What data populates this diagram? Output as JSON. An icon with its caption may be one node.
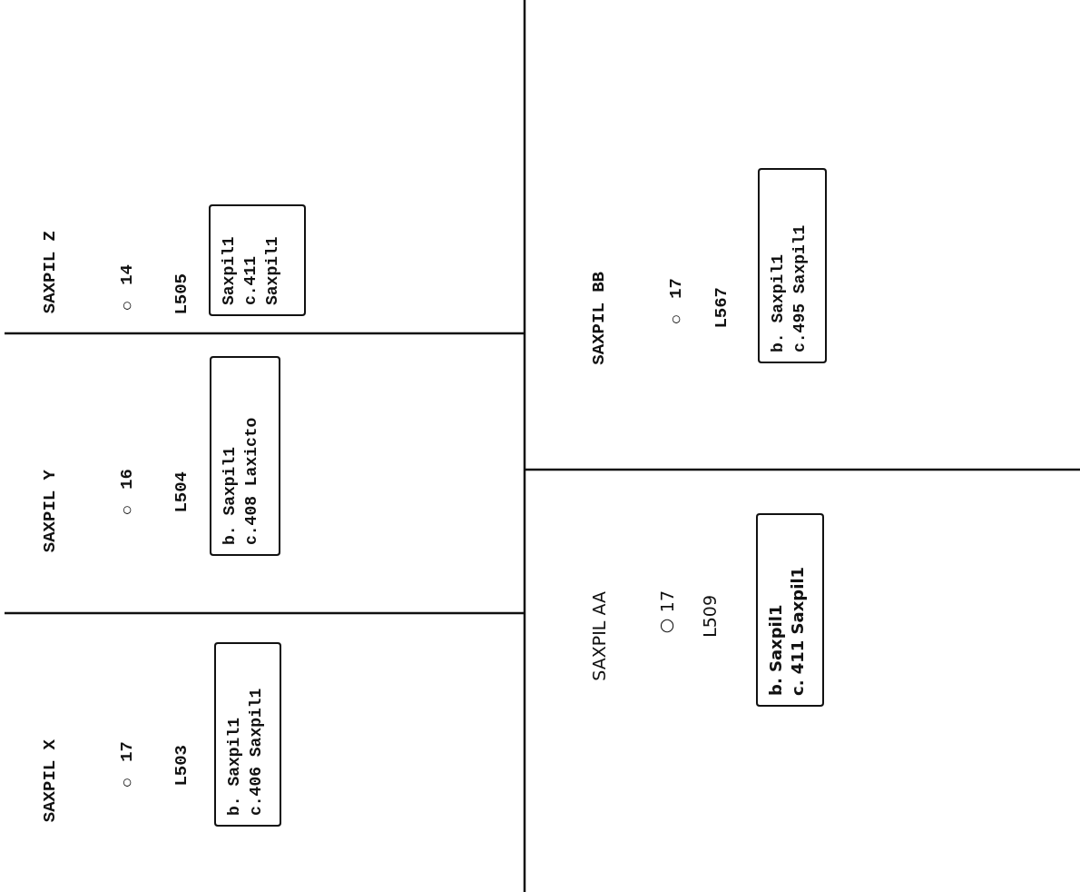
{
  "diagram": {
    "nodes": [
      {
        "text": [
          "b. Saxpil1 c.406 Saxpil1"
        ]
      },
      {
        "text": [
          "b. Saxpil1 c.408 Laxicto"
        ]
      },
      {
        "text": [
          "Saxpil1 c.411 Saxpil1"
        ]
      },
      {
        "text": [
          "b. Saxpil1 c. 411 Saxpil1"
        ]
      },
      {
        "text": [
          "b. Saxpil1 c.495 Saxpil1"
        ]
      }
    ],
    "labels": [
      "SAXPIL X",
      "○ 17",
      "L503",
      "SAXPIL Y",
      "○ 16",
      "L504",
      "SAXPIL Z",
      "○ 14",
      "L505",
      "SAXPIL AA",
      "○ 17",
      "L509",
      "SAXPIL BB",
      "○ 17",
      "L567"
    ]
  }
}
